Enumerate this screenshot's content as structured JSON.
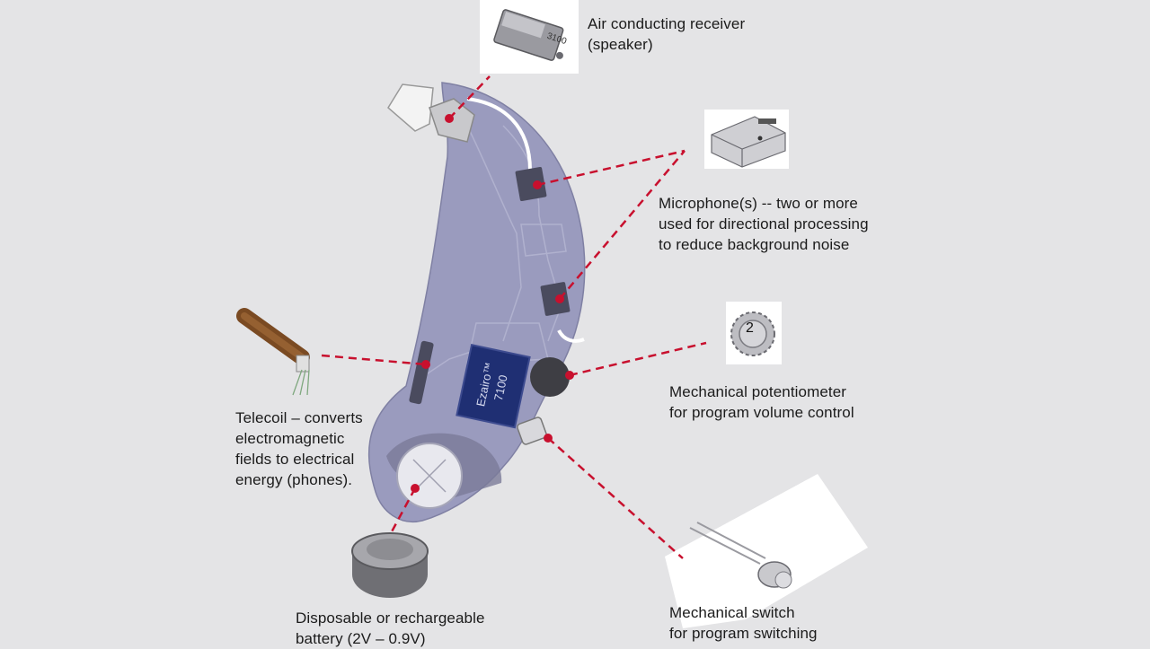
{
  "labels": {
    "receiver": "Air conducting receiver\n(speaker)",
    "microphone": "Microphone(s) -- two or more\nused for directional processing\nto reduce background noise",
    "potentiometer": "Mechanical potentiometer\nfor program volume control",
    "telecoil": "Telecoil – converts\nelectromagnetic\nfields to electrical\nenergy (phones).",
    "battery": "Disposable or rechargeable\nbattery (2V – 0.9V)",
    "switch": "Mechanical switch\nfor program switching"
  },
  "chip": {
    "line1": "Ezairo™",
    "line2": "7100"
  },
  "component_text": {
    "receiver_marking": "3100",
    "potentiometer_digit": "2"
  },
  "colors": {
    "background": "#e4e4e6",
    "shell": "#8e8fb8",
    "chip": "#1f2f73",
    "leader": "#c8102e"
  }
}
